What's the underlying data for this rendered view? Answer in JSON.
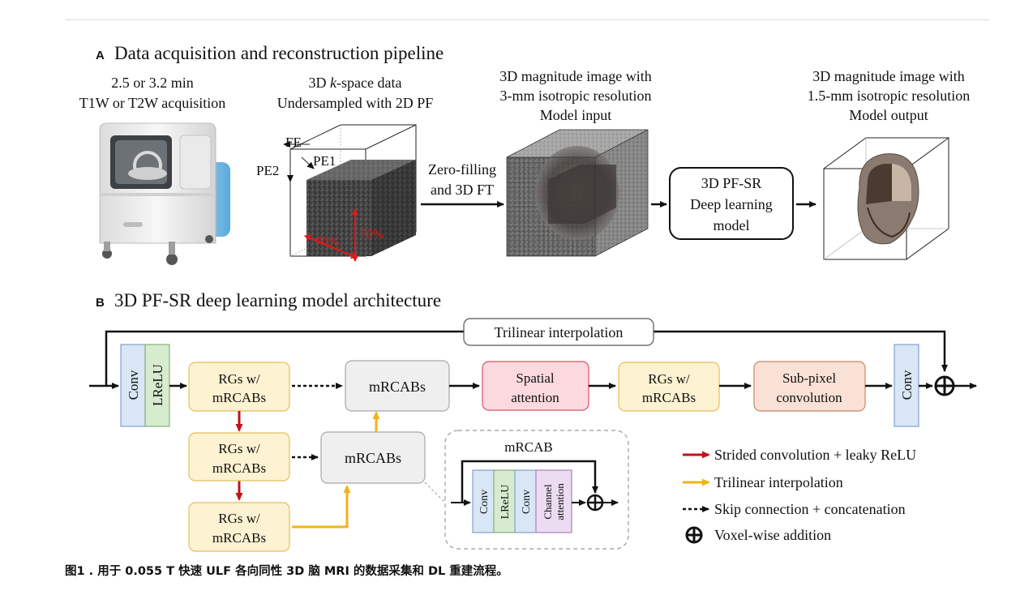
{
  "panel_a": {
    "letter": "A",
    "title": "Data acquisition and reconstruction pipeline",
    "acq_line1": "2.5 or 3.2 min",
    "acq_line2": "T1W or T2W acquisition",
    "kspace_line1_pre": "3D ",
    "kspace_line1_k": "k",
    "kspace_line1_post": "-space data",
    "kspace_line2": "Undersampled with 2D PF",
    "axis_fe": "FE",
    "axis_pe1": "PE1",
    "axis_pe2": "PE2",
    "pct_left": "70%",
    "pct_right": "70%",
    "zf_line1": "Zero-filling",
    "zf_line2": "and 3D FT",
    "input_line1": "3D magnitude image with",
    "input_line2": "3-mm isotropic resolution",
    "input_line3": "Model input",
    "model_line1": "3D PF-SR",
    "model_line2": "Deep learning",
    "model_line3": "model",
    "output_line1": "3D magnitude image with",
    "output_line2": "1.5-mm isotropic resolution",
    "output_line3": "Model output"
  },
  "panel_b": {
    "letter": "B",
    "title": "3D PF-SR deep learning model architecture",
    "trilinear_top": "Trilinear interpolation",
    "conv": "Conv",
    "lrelu": "LReLU",
    "rg_line1": "RGs w/",
    "rg_line2": "mRCABs",
    "mrcabs": "mRCABs",
    "spatial_line1": "Spatial",
    "spatial_line2": "attention",
    "subpixel_line1": "Sub-pixel",
    "subpixel_line2": "convolution",
    "inset_title": "mRCAB",
    "channel_line1": "Channel",
    "channel_line2": "attention"
  },
  "legend": {
    "strided": "Strided convolution + leaky ReLU",
    "trilinear": "Trilinear interpolation",
    "skip": "Skip connection + concatenation",
    "voxel": "Voxel-wise addition"
  },
  "caption": "图1 . 用于 0.055 T 快速 ULF 各向同性 3D 脑 MRI 的数据采集和 DL 重建流程。",
  "colors": {
    "yellow_fill": "#fdf3d2",
    "yellow_stroke": "#e4bf5a",
    "gray_fill": "#efefef",
    "gray_stroke": "#a8a8a8",
    "red_fill": "#fcd9de",
    "red_stroke": "#d65563",
    "peach_fill": "#f9e1d5",
    "peach_stroke": "#cc8463",
    "conv_fill": "#d8e6f6",
    "conv_stroke": "#6d93c7",
    "lrelu_fill": "#d7ebcf",
    "lrelu_stroke": "#72a35e",
    "chan_fill": "#ecdcf1",
    "chan_stroke": "#9a6bb3",
    "arrow_red": "#c0141b",
    "arrow_yellow": "#f2b318"
  },
  "icons": [
    "mri-scanner-icon",
    "kspace-cube-icon",
    "head-volume-icon",
    "voxel-add-icon"
  ]
}
